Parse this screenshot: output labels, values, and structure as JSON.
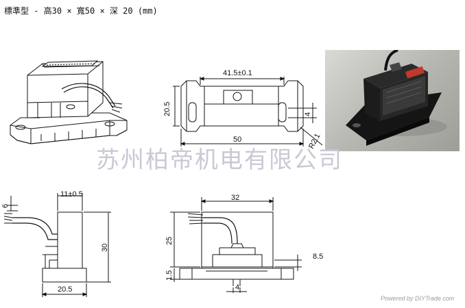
{
  "title": "標準型 - 高30 × 寬50 × 深 20 (mm)",
  "watermark": "苏州柏帝机电有限公司",
  "footer": "Powered by DIYTrade.com",
  "dimensions": {
    "top_width": "41.5±0.1",
    "height_left": "20.5",
    "slot": "4",
    "base_width": "50",
    "radius": "R2.1",
    "side_top": "11±0.5",
    "side_wire": "6",
    "side_height": "30",
    "side_base": "20.5",
    "front_top": "32",
    "front_height": "25",
    "front_base": "1.5",
    "front_right": "8.5",
    "front_bottom": "4"
  }
}
